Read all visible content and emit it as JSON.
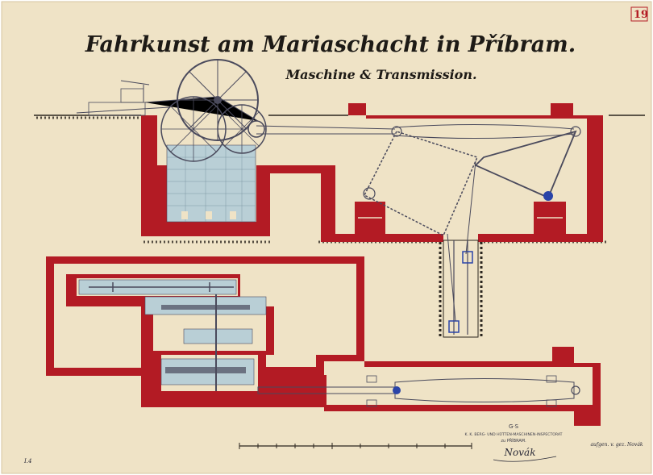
{
  "drawing": {
    "title": "Fahrkunst am Mariaschacht in Příbram.",
    "subtitle": "Maschine & Transmission.",
    "sheet_number": "19",
    "corner_label": "I.4",
    "stamp_line1": "K. K. BERG- UND HÜTTEN-MASCHINEN-INSPECTORAT",
    "stamp_line2": "zu PŘÍBRAM.",
    "stamp_mark": "G·S",
    "scale_note": "aufgen. v. gez. Novák",
    "signature": "Novák"
  },
  "colors": {
    "paper": "#efe3c6",
    "masonry": "#b31b24",
    "foundation": "#b9cfd6",
    "ink": "#4a4a5c",
    "earth": "#2b261f",
    "shaft_blue": "#2a44a8"
  }
}
